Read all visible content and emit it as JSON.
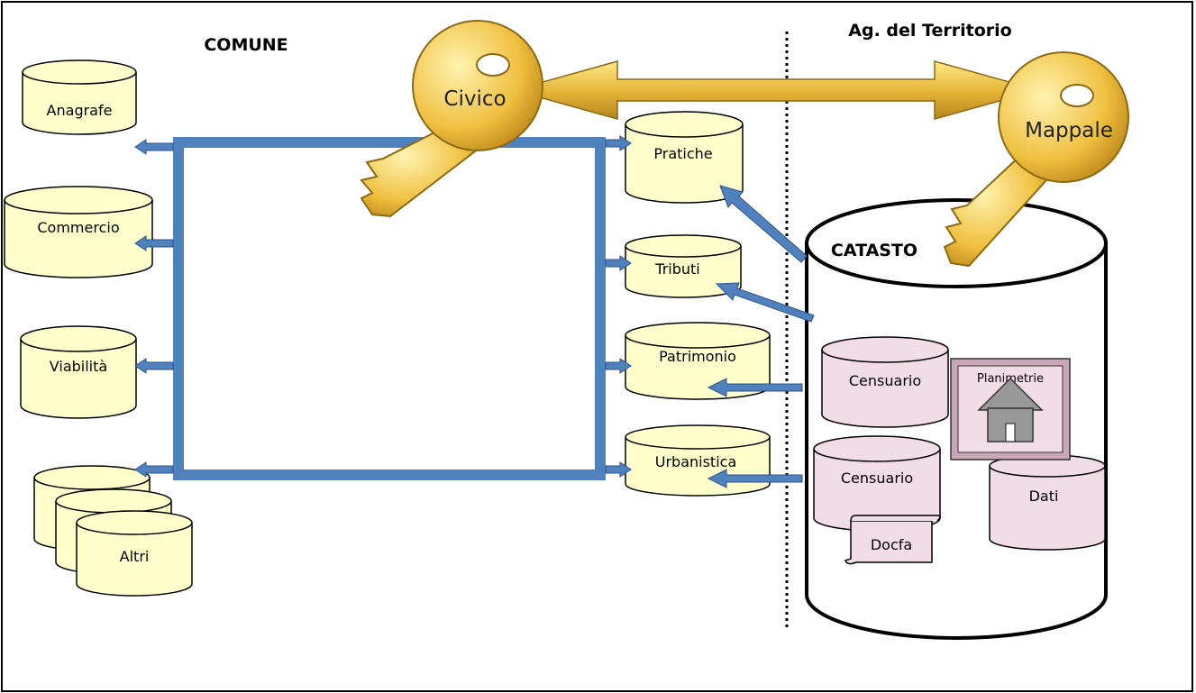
{
  "headers": {
    "comune": "COMUNE",
    "agenzia": "Ag. del Territorio",
    "catasto": "CATASTO"
  },
  "keys": {
    "civico": "Civico",
    "mappale": "Mappale"
  },
  "comune_databases": [
    "Anagrafe",
    "Commercio",
    "Viabilità",
    "Altri"
  ],
  "shared_databases": [
    "Pratiche",
    "Tributi",
    "Patrimonio",
    "Urbanistica"
  ],
  "catasto_contents": {
    "censuario_1": "Censuario",
    "censuario_2": "Censuario",
    "planimetrie": "Planimetrie",
    "dati": "Dati",
    "docfa": "Docfa"
  },
  "colors": {
    "db_yellow": "#FFFFCC",
    "db_pink": "#F2DCE6",
    "connector_blue": "#4F81BD",
    "key_gold": "#E8B83A",
    "arrow_gold": "#D9B23C"
  }
}
